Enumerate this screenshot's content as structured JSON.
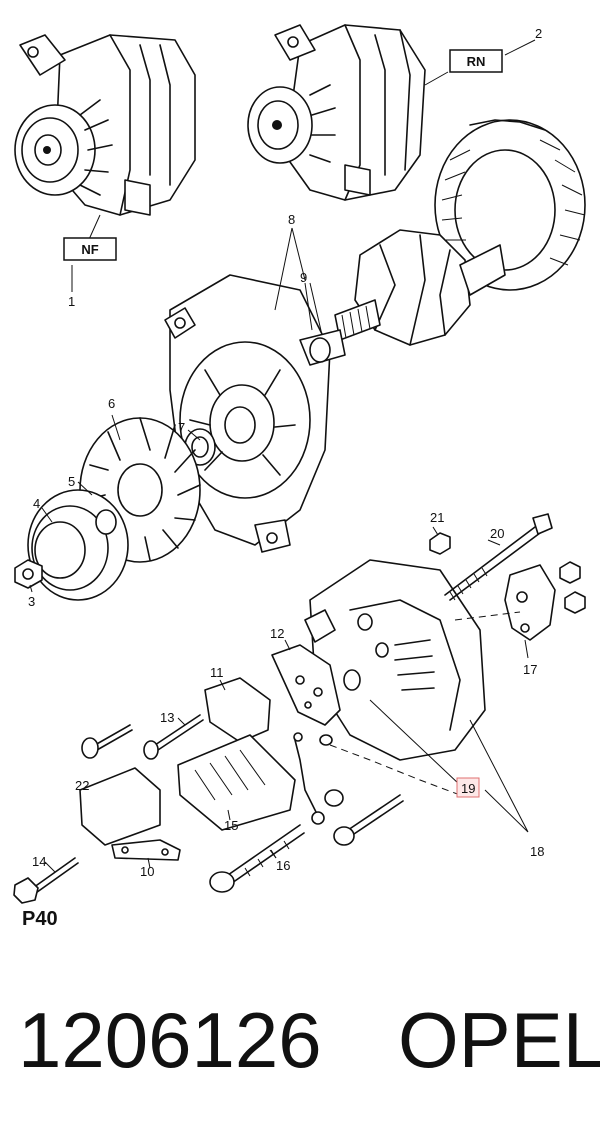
{
  "labels": {
    "l1": "1",
    "l2": "2",
    "l3": "3",
    "l4": "4",
    "l5": "5",
    "l6": "6",
    "l7": "7",
    "l8": "8",
    "l9": "9",
    "l10": "10",
    "l11": "11",
    "l12": "12",
    "l13": "13",
    "l14": "14",
    "l15": "15",
    "l16": "16",
    "l17": "17",
    "l18": "18",
    "l19": "19",
    "l20": "20",
    "l21": "21",
    "l22": "22"
  },
  "boxes": {
    "nf": "NF",
    "rn": "RN"
  },
  "page_code": "P40",
  "footer": {
    "part_number": "1206126",
    "brand": "OPEL"
  },
  "colors": {
    "highlight_fill": "#fde8e8",
    "highlight_stroke": "#e07070"
  }
}
